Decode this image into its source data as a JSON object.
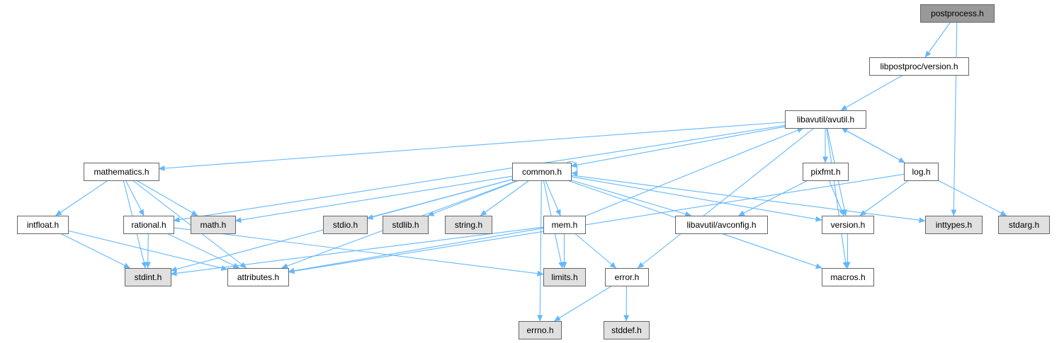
{
  "graph": {
    "nodes": [
      {
        "id": "postprocess",
        "label": "postprocess.h",
        "kind": "root"
      },
      {
        "id": "libpostproc_version",
        "label": "libpostproc/version.h",
        "kind": "local"
      },
      {
        "id": "avutil",
        "label": "libavutil/avutil.h",
        "kind": "local"
      },
      {
        "id": "mathematics",
        "label": "mathematics.h",
        "kind": "local"
      },
      {
        "id": "common",
        "label": "common.h",
        "kind": "local"
      },
      {
        "id": "pixfmt",
        "label": "pixfmt.h",
        "kind": "local"
      },
      {
        "id": "log",
        "label": "log.h",
        "kind": "local"
      },
      {
        "id": "intfloat",
        "label": "intfloat.h",
        "kind": "local"
      },
      {
        "id": "rational",
        "label": "rational.h",
        "kind": "local"
      },
      {
        "id": "math",
        "label": "math.h",
        "kind": "system"
      },
      {
        "id": "stdio",
        "label": "stdio.h",
        "kind": "system"
      },
      {
        "id": "stdlib",
        "label": "stdlib.h",
        "kind": "system"
      },
      {
        "id": "string",
        "label": "string.h",
        "kind": "system"
      },
      {
        "id": "mem",
        "label": "mem.h",
        "kind": "local"
      },
      {
        "id": "avconfig",
        "label": "libavutil/avconfig.h",
        "kind": "local"
      },
      {
        "id": "version",
        "label": "version.h",
        "kind": "local"
      },
      {
        "id": "inttypes",
        "label": "inttypes.h",
        "kind": "system"
      },
      {
        "id": "stdarg",
        "label": "stdarg.h",
        "kind": "system"
      },
      {
        "id": "stdint",
        "label": "stdint.h",
        "kind": "system"
      },
      {
        "id": "attributes",
        "label": "attributes.h",
        "kind": "local"
      },
      {
        "id": "limits",
        "label": "limits.h",
        "kind": "system"
      },
      {
        "id": "error",
        "label": "error.h",
        "kind": "local"
      },
      {
        "id": "macros",
        "label": "macros.h",
        "kind": "local"
      },
      {
        "id": "errno",
        "label": "errno.h",
        "kind": "system"
      },
      {
        "id": "stddef",
        "label": "stddef.h",
        "kind": "system"
      }
    ],
    "edges": [
      [
        "postprocess",
        "libpostproc_version"
      ],
      [
        "postprocess",
        "inttypes"
      ],
      [
        "libpostproc_version",
        "avutil"
      ],
      [
        "avutil",
        "mathematics"
      ],
      [
        "avutil",
        "common"
      ],
      [
        "avutil",
        "rational"
      ],
      [
        "avutil",
        "pixfmt"
      ],
      [
        "avutil",
        "log"
      ],
      [
        "avutil",
        "version"
      ],
      [
        "avutil",
        "error"
      ],
      [
        "avutil",
        "macros"
      ],
      [
        "mathematics",
        "intfloat"
      ],
      [
        "mathematics",
        "rational"
      ],
      [
        "mathematics",
        "math"
      ],
      [
        "mathematics",
        "stdint"
      ],
      [
        "mathematics",
        "attributes"
      ],
      [
        "intfloat",
        "stdint"
      ],
      [
        "intfloat",
        "attributes"
      ],
      [
        "rational",
        "stdint"
      ],
      [
        "rational",
        "attributes"
      ],
      [
        "rational",
        "limits"
      ],
      [
        "common",
        "common"
      ],
      [
        "common",
        "math"
      ],
      [
        "common",
        "stdio"
      ],
      [
        "common",
        "stdlib"
      ],
      [
        "common",
        "string"
      ],
      [
        "common",
        "mem"
      ],
      [
        "common",
        "avconfig"
      ],
      [
        "common",
        "version"
      ],
      [
        "common",
        "inttypes"
      ],
      [
        "common",
        "stdint"
      ],
      [
        "common",
        "attributes"
      ],
      [
        "common",
        "limits"
      ],
      [
        "common",
        "errno"
      ],
      [
        "common",
        "macros"
      ],
      [
        "mem",
        "avutil"
      ],
      [
        "mem",
        "stdint"
      ],
      [
        "mem",
        "attributes"
      ],
      [
        "mem",
        "limits"
      ],
      [
        "mem",
        "error"
      ],
      [
        "pixfmt",
        "avconfig"
      ],
      [
        "pixfmt",
        "version"
      ],
      [
        "log",
        "avutil"
      ],
      [
        "log",
        "version"
      ],
      [
        "log",
        "stdarg"
      ],
      [
        "log",
        "attributes"
      ],
      [
        "version",
        "macros"
      ],
      [
        "error",
        "errno"
      ],
      [
        "error",
        "stddef"
      ]
    ]
  },
  "colors": {
    "root_fill": "#999999",
    "local_fill": "#ffffff",
    "system_fill": "#e0e0e0",
    "edge": "#63b8ff",
    "node_border": "#666666"
  }
}
